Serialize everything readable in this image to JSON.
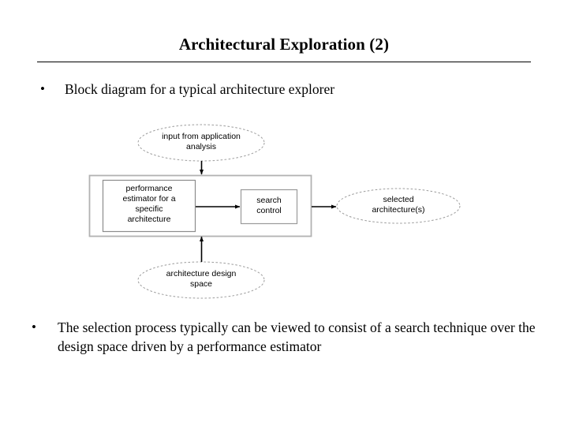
{
  "slide": {
    "title": "Architectural Exploration (2)",
    "bullets": [
      {
        "marker": "•",
        "text": "Block diagram for a typical architecture explorer"
      },
      {
        "marker": "•",
        "text": "The selection process typically can be viewed to consist of a search technique over the design space driven by a performance estimator"
      }
    ]
  },
  "diagram": {
    "title": "Block diagram for a typical architecture explorer",
    "nodes": {
      "input_ellipse": {
        "shape": "ellipse",
        "line1": "input from application",
        "line2": "analysis",
        "border": "dashed",
        "color": "#999999"
      },
      "explorer_container": {
        "shape": "rectangle",
        "label": "",
        "border": "solid",
        "color": "#b0b0b0"
      },
      "performance_estimator": {
        "shape": "rectangle",
        "line1": "performance",
        "line2": "estimator for a",
        "line3": "specific",
        "line4": "architecture",
        "border": "solid",
        "color": "#8c8c8c"
      },
      "search_control": {
        "shape": "rectangle",
        "line1": "search",
        "line2": "control",
        "border": "solid",
        "color": "#9a9a9a"
      },
      "selected_architectures": {
        "shape": "ellipse",
        "line1": "selected",
        "line2": "architecture(s)",
        "border": "dashed",
        "color": "#999999"
      },
      "design_space": {
        "shape": "ellipse",
        "line1": "architecture design",
        "line2": "space",
        "border": "dashed",
        "color": "#999999"
      }
    },
    "edges": [
      {
        "from": "input_ellipse",
        "to": "explorer_container",
        "direction": "down"
      },
      {
        "from": "performance_estimator",
        "to": "search_control",
        "direction": "right"
      },
      {
        "from": "explorer_container",
        "to": "selected_architectures",
        "direction": "right"
      },
      {
        "from": "design_space",
        "to": "explorer_container",
        "direction": "up"
      }
    ],
    "arrow_color": "#000000"
  }
}
